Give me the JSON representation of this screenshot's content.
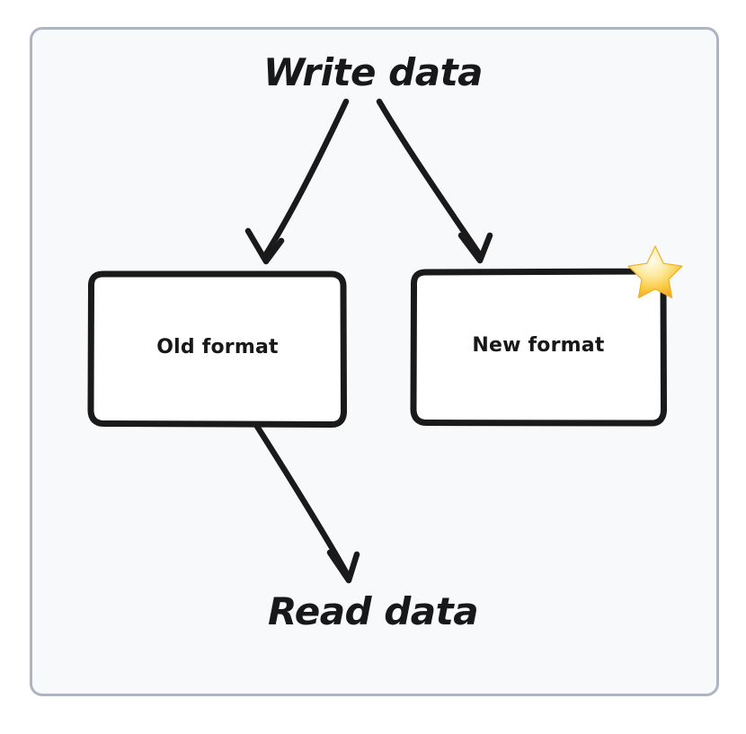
{
  "diagram": {
    "title_top": "Write data",
    "title_bottom": "Read data",
    "frame": {
      "border_color": "#aeb4c2",
      "background_color": "#f8f9fb"
    },
    "nodes": [
      {
        "id": "old-format",
        "label": "Old format",
        "shape": "rounded-rectangle",
        "stroke_color": "#1a1a1a",
        "fill_color": "#ffffff",
        "badge": null
      },
      {
        "id": "new-format",
        "label": "New format",
        "shape": "rounded-rectangle",
        "stroke_color": "#1a1a1a",
        "fill_color": "#ffffff",
        "badge": "star-emoji"
      }
    ],
    "edges": [
      {
        "id": "write-to-old",
        "from": "Write data",
        "to": "Old format",
        "style": "arrow"
      },
      {
        "id": "write-to-new",
        "from": "Write data",
        "to": "New format",
        "style": "arrow"
      },
      {
        "id": "old-to-read",
        "from": "Old format",
        "to": "Read data",
        "style": "arrow"
      }
    ],
    "badge": {
      "name": "star-icon",
      "glyph": "star",
      "colors": {
        "highlight": "#fff7d1",
        "mid": "#fcd545",
        "shadow": "#f0a81e"
      }
    }
  }
}
